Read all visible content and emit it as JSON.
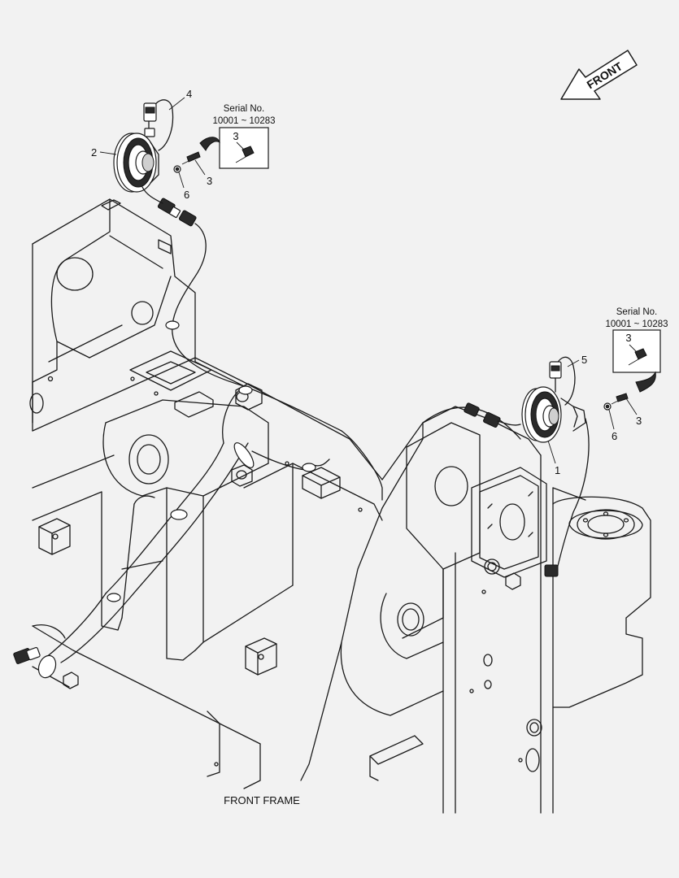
{
  "diagram": {
    "caption": "FRONT FRAME",
    "front_arrow_label": "FRONT",
    "callouts": {
      "item_1": "1",
      "item_2": "2",
      "item_3_left": "3",
      "item_3_right": "3",
      "item_4": "4",
      "item_5": "5",
      "item_6_left": "6",
      "item_6_right": "6"
    },
    "serial_boxes": [
      {
        "title": "Serial No.",
        "range": "10001 ~ 10283",
        "item": "3"
      },
      {
        "title": "Serial No.",
        "range": "10001 ~ 10283",
        "item": "3"
      }
    ]
  }
}
